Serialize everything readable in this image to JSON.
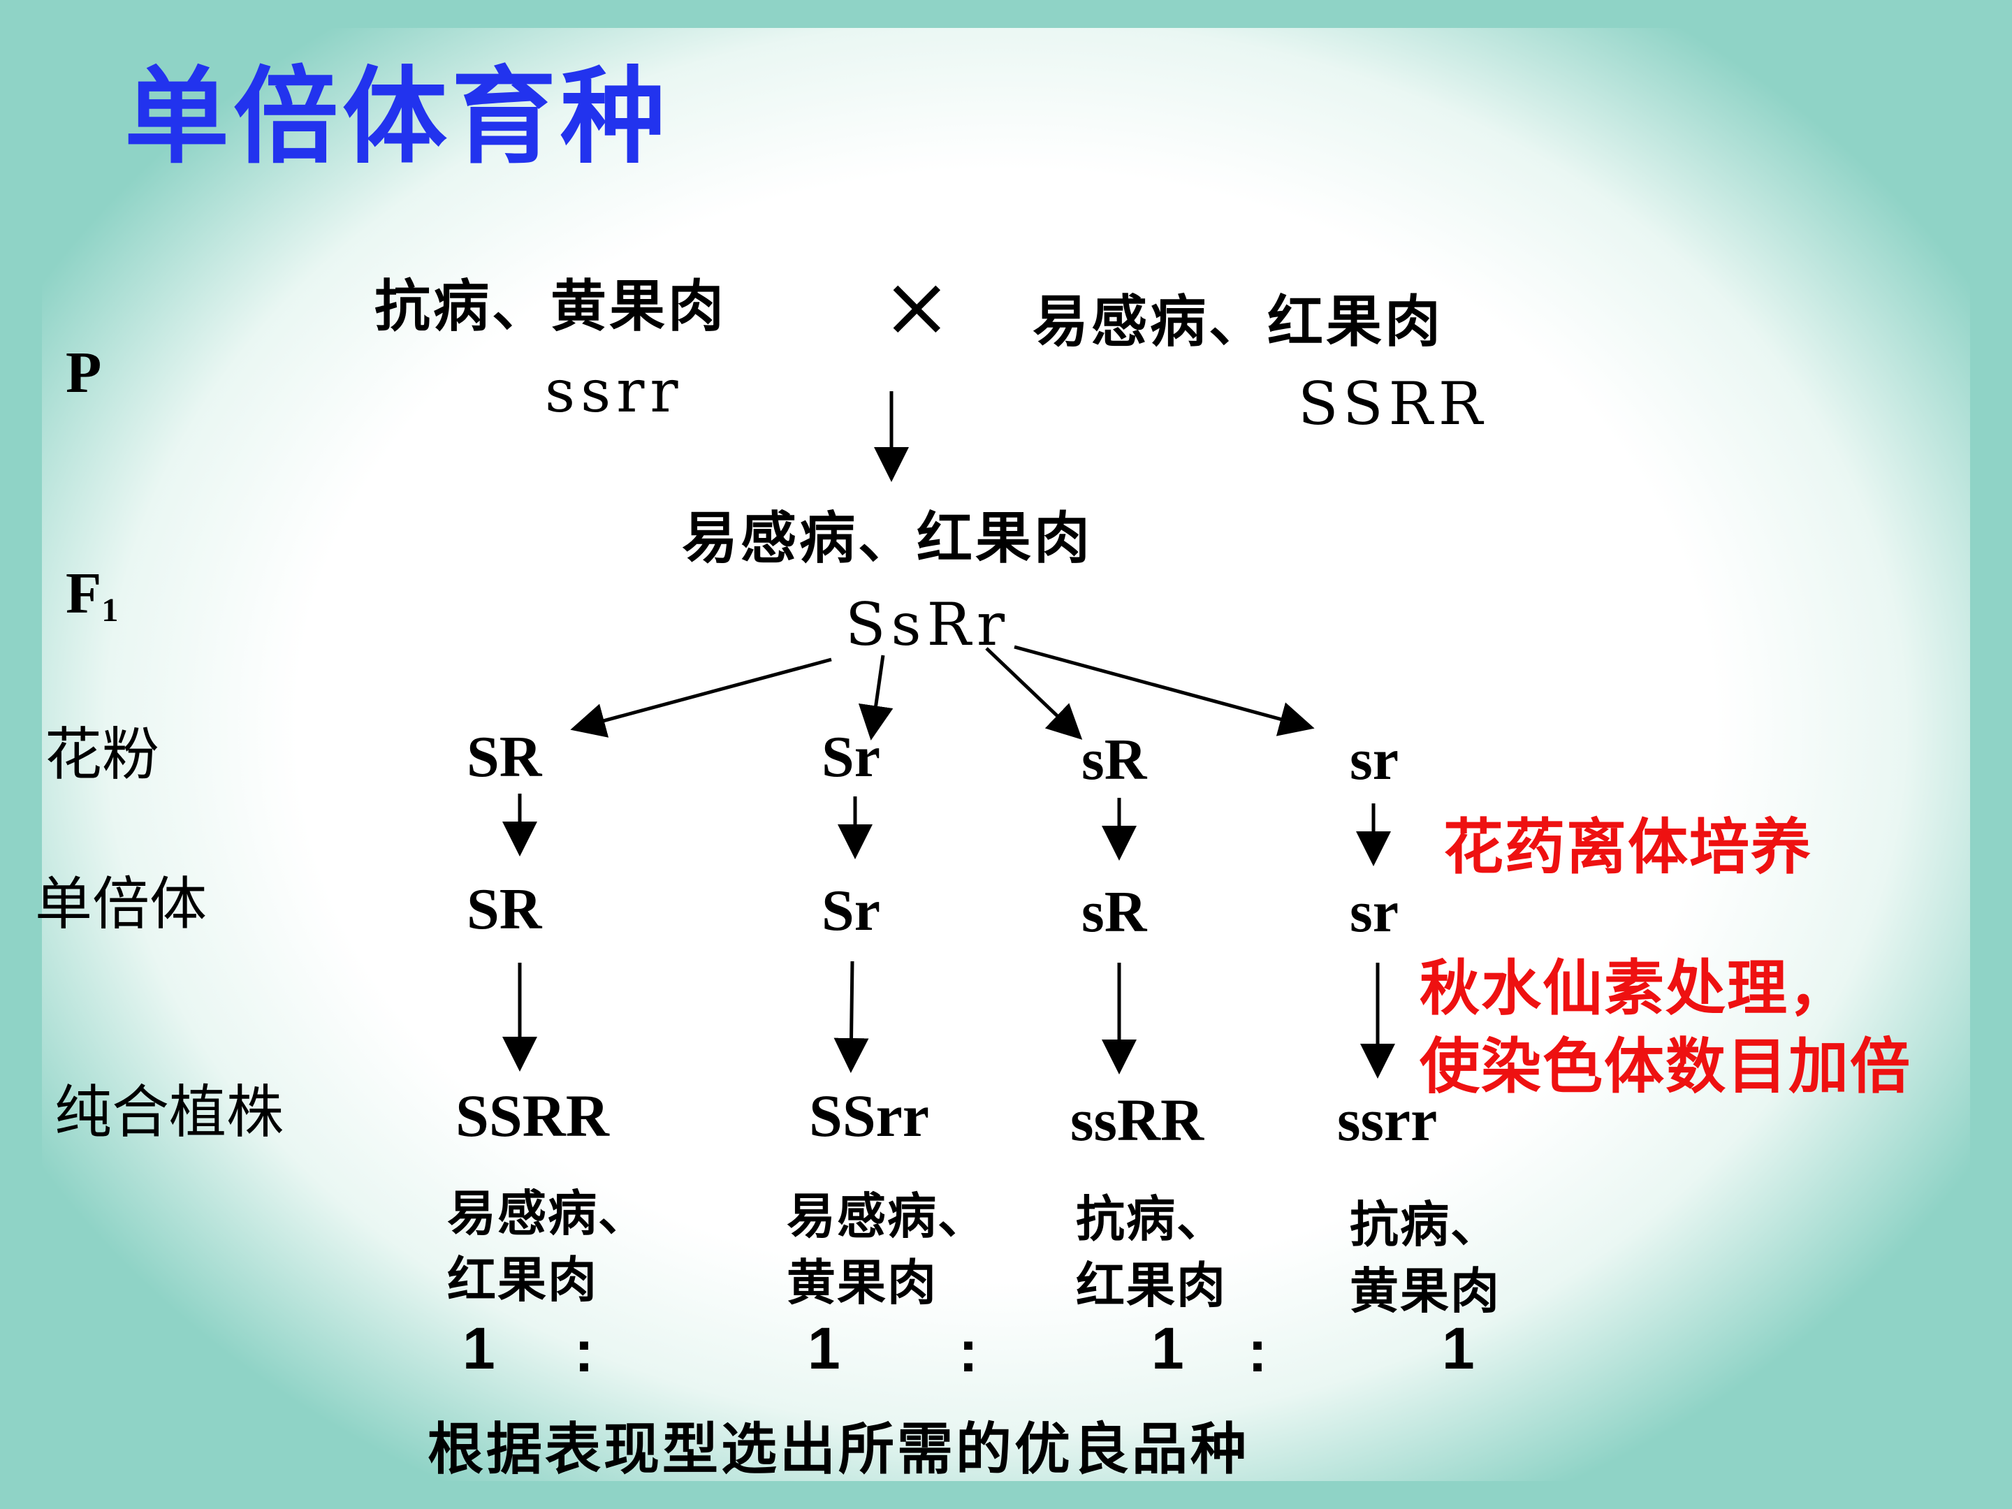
{
  "title": "单倍体育种",
  "rows": {
    "p": "P",
    "f1": "F",
    "f1_sub": "1",
    "pollen": "花粉",
    "haploid": "单倍体",
    "pure_plant": "纯合植株"
  },
  "parents": {
    "left_phenotype": "抗病、黄果肉",
    "left_genotype": "ssrr",
    "cross": "×",
    "right_phenotype": "易感病、红果肉",
    "right_genotype": "SSRR"
  },
  "f1": {
    "phenotype": "易感病、红果肉",
    "genotype": "SsRr"
  },
  "gametes": [
    "SR",
    "Sr",
    "sR",
    "sr"
  ],
  "haploids": [
    "SR",
    "Sr",
    "sR",
    "sr"
  ],
  "pure_lines": [
    "SSRR",
    "SSrr",
    "ssRR",
    "ssrr"
  ],
  "phenotypes": [
    {
      "line1": "易感病、",
      "line2": "红果肉"
    },
    {
      "line1": "易感病、",
      "line2": "黄果肉"
    },
    {
      "line1": "抗病、",
      "line2": "红果肉"
    },
    {
      "line1": "抗病、",
      "line2": "黄果肉"
    }
  ],
  "ratio": [
    "1",
    ":",
    "1",
    ":",
    "1",
    ":",
    "1"
  ],
  "notes": {
    "anther_culture": "花药离体培养",
    "colchicine_line1": "秋水仙素处理，",
    "colchicine_line2": "使染色体数目加倍"
  },
  "conclusion": "根据表现型选出所需的优良品种",
  "colors": {
    "title": "#2233ee",
    "note": "#ee1111",
    "background": "#8fd3c6"
  }
}
